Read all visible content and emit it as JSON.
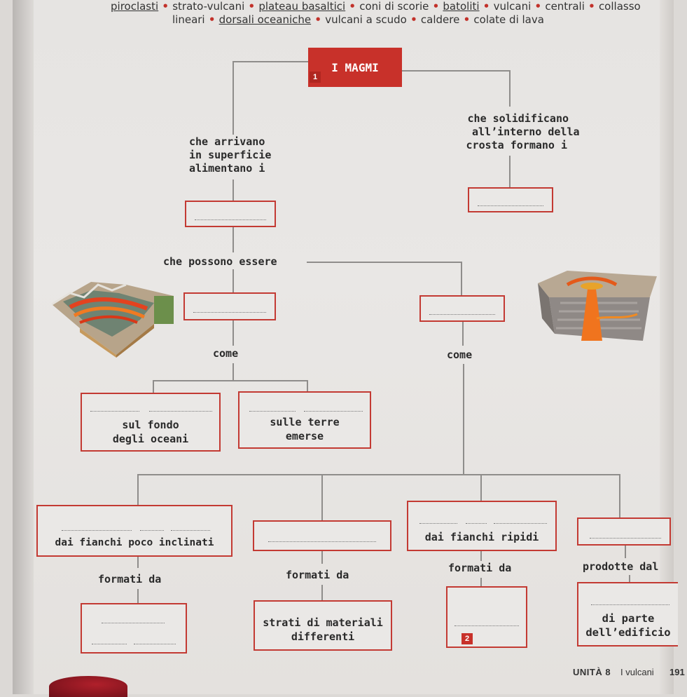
{
  "word_bank": {
    "line1": [
      {
        "text": "piroclasti",
        "underline": true
      },
      {
        "text": "strato-vulcani",
        "underline": false
      },
      {
        "text": "plateau basaltici",
        "underline": true
      },
      {
        "text": "coni di scorie",
        "underline": false
      },
      {
        "text": "batoliti",
        "underline": true
      },
      {
        "text": "vulcani",
        "underline": false
      },
      {
        "text": "centrali",
        "underline": false
      },
      {
        "text": "collasso",
        "underline": false
      }
    ],
    "line2": [
      {
        "text": "lineari",
        "underline": false
      },
      {
        "text": "dorsali oceaniche",
        "underline": true
      },
      {
        "text": "vulcani a scudo",
        "underline": false
      },
      {
        "text": "caldere",
        "underline": false
      },
      {
        "text": "colate di lava",
        "underline": false
      }
    ],
    "separator": "•"
  },
  "map": {
    "title": "I MAGMI",
    "badge1": "1",
    "badge2": "2",
    "left_branch": [
      "che arrivano",
      "in superficie",
      "alimentano i"
    ],
    "right_branch": [
      "che solidificano",
      "all’interno della",
      "crosta formano i"
    ],
    "possono_essere": "che possono essere",
    "come_left": "come",
    "come_right": "come",
    "fondo": [
      "sul fondo",
      "degli oceani"
    ],
    "terre": [
      "sulle terre",
      "emerse"
    ],
    "fianchi_poco": "dai fianchi poco inclinati",
    "fianchi_ripidi": "dai fianchi ripidi",
    "formati_da_1": "formati da",
    "formati_da_2": "formati da",
    "formati_da_3": "formati da",
    "prodotte_dal": "prodotte dal",
    "strati": [
      "strati di materiali",
      "differenti"
    ],
    "edificio": [
      "di parte",
      "dell’edificio"
    ]
  },
  "footer": {
    "unit": "UNITÀ 8",
    "section": "I vulcani",
    "page": "191"
  },
  "colors": {
    "accent": "#c8312a",
    "line": "#8f8d8b"
  }
}
